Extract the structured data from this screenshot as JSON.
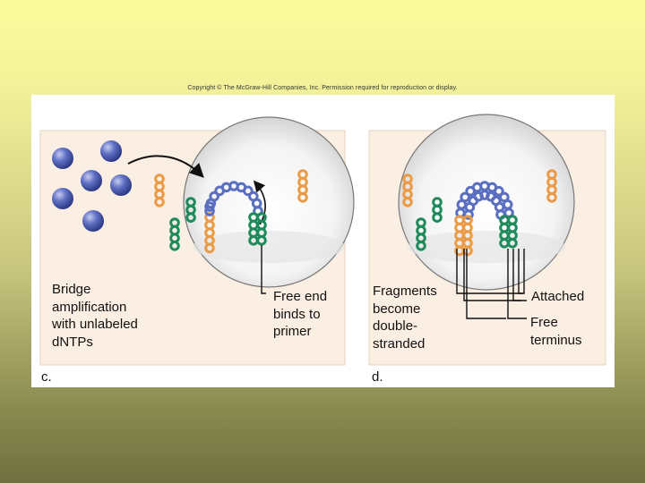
{
  "header": {
    "copyright": "Copyright © The McGraw-Hill Companies, Inc. Permission required for reproduction or display."
  },
  "panel_c": {
    "letter": "c.",
    "label_bridge": "Bridge\namplification\nwith unlabeled\ndNTPs",
    "label_free_end": "Free end\nbinds to\nprimer"
  },
  "panel_d": {
    "letter": "d.",
    "label_fragments": "Fragments\nbecome\ndouble-\nstranded",
    "label_attached": "Attached",
    "label_free_terminus": "Free\nterminus"
  },
  "colors": {
    "panel_background": "#fbeee2",
    "nucleotide_blue": "#5a6fc0",
    "primer_orange": "#eb9a45",
    "primer_green": "#1f8a5b",
    "dntp_ball": "#3e4fa6"
  },
  "icons": [
    "dntp-ball-icon",
    "curved-arrow-icon"
  ]
}
